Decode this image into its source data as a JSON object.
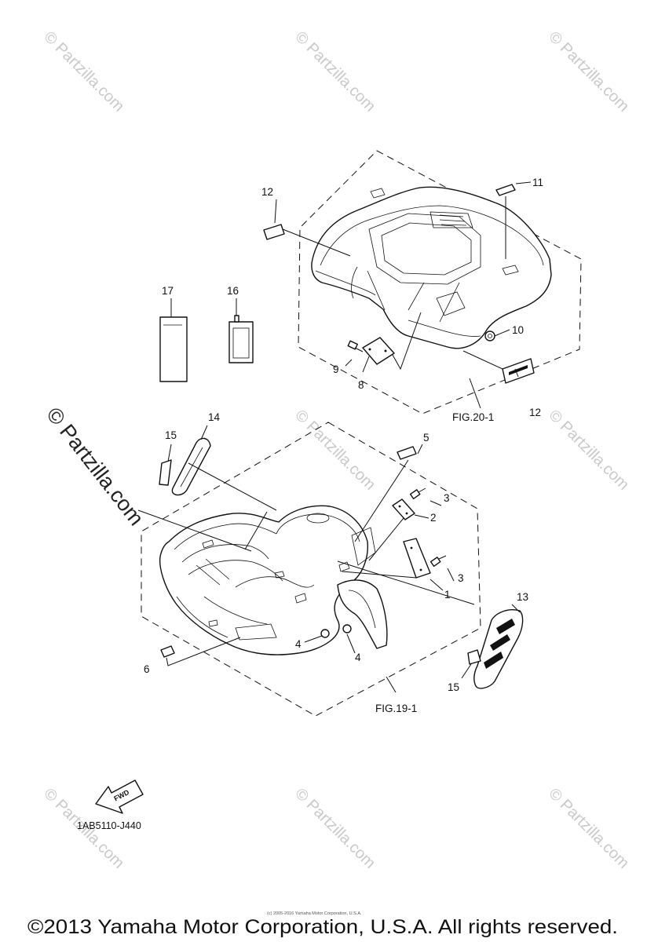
{
  "watermarks": {
    "repeated": "© Partzilla.com",
    "feature": "© Partzilla.com"
  },
  "callouts": {
    "c1": "1",
    "c2": "2",
    "c3a": "3",
    "c3b": "3",
    "c4a": "4",
    "c4b": "4",
    "c5": "5",
    "c6": "6",
    "c8": "8",
    "c9": "9",
    "c10": "10",
    "c11": "11",
    "c12a": "12",
    "c12b": "12",
    "c13": "13",
    "c14": "14",
    "c15a": "15",
    "c15b": "15",
    "c16": "16",
    "c17": "17"
  },
  "figure_refs": {
    "rear": "FIG.20-1",
    "front": "FIG.19-1"
  },
  "direction_badge": "FWD",
  "diagram_code": "1AB5110-J440",
  "tiny_notice": "(c) 2005-2016 Yamaha Motor Corporation, U.S.A.",
  "footer": {
    "copyright": "©2013 Yamaha Motor Corporation, U.S.A. All rights reserved."
  }
}
